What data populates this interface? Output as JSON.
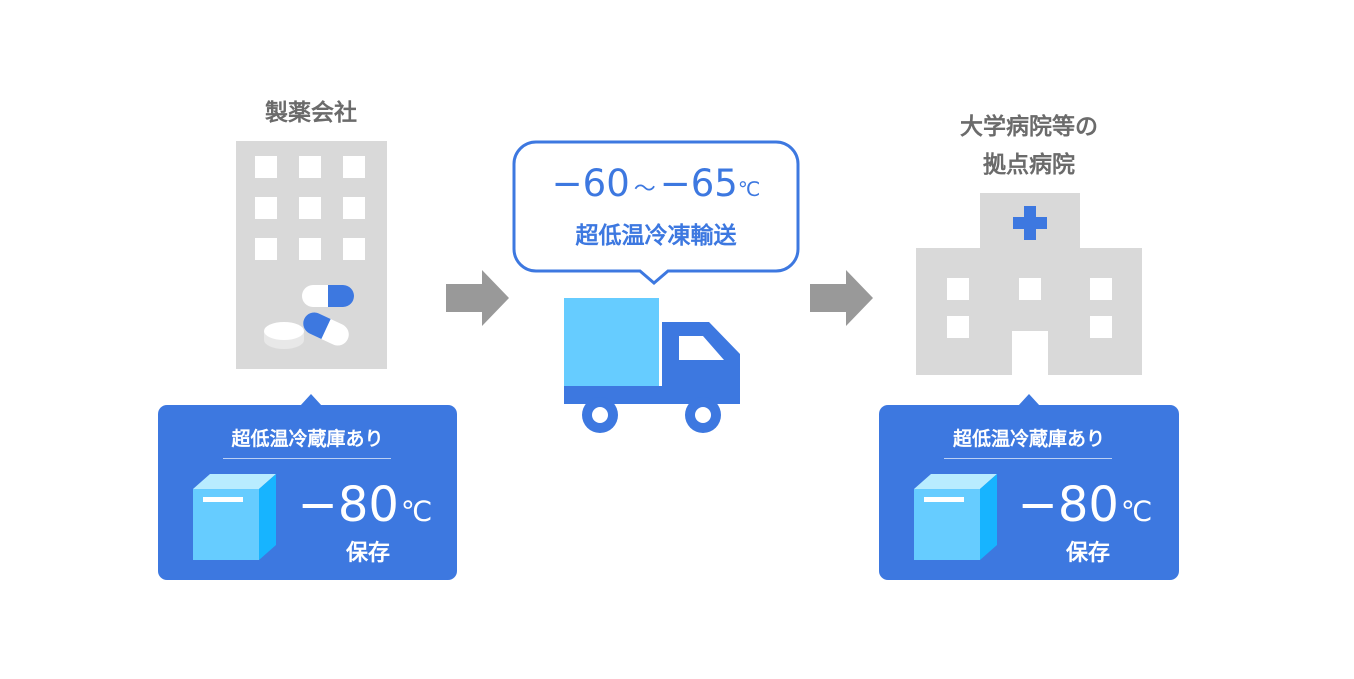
{
  "pharma": {
    "title": "製薬会社",
    "storage_title": "超低温冷蔵庫あり",
    "temp_value": "−80",
    "temp_unit": "℃",
    "storage_note": "保存"
  },
  "transport": {
    "temp_range_low": "−60",
    "temp_range_sep": "～",
    "temp_range_high": "−65",
    "temp_unit": "℃",
    "label": "超低温冷凍輸送"
  },
  "hospital": {
    "title_line1": "大学病院等の",
    "title_line2": "拠点病院",
    "storage_title": "超低温冷蔵庫あり",
    "temp_value": "−80",
    "temp_unit": "℃",
    "storage_note": "保存"
  },
  "colors": {
    "blue": "#3d78e0",
    "light_blue": "#66ccff",
    "gray_building": "#d9d9d9",
    "gray_arrow": "#999999",
    "text_gray": "#6b6b6b"
  }
}
